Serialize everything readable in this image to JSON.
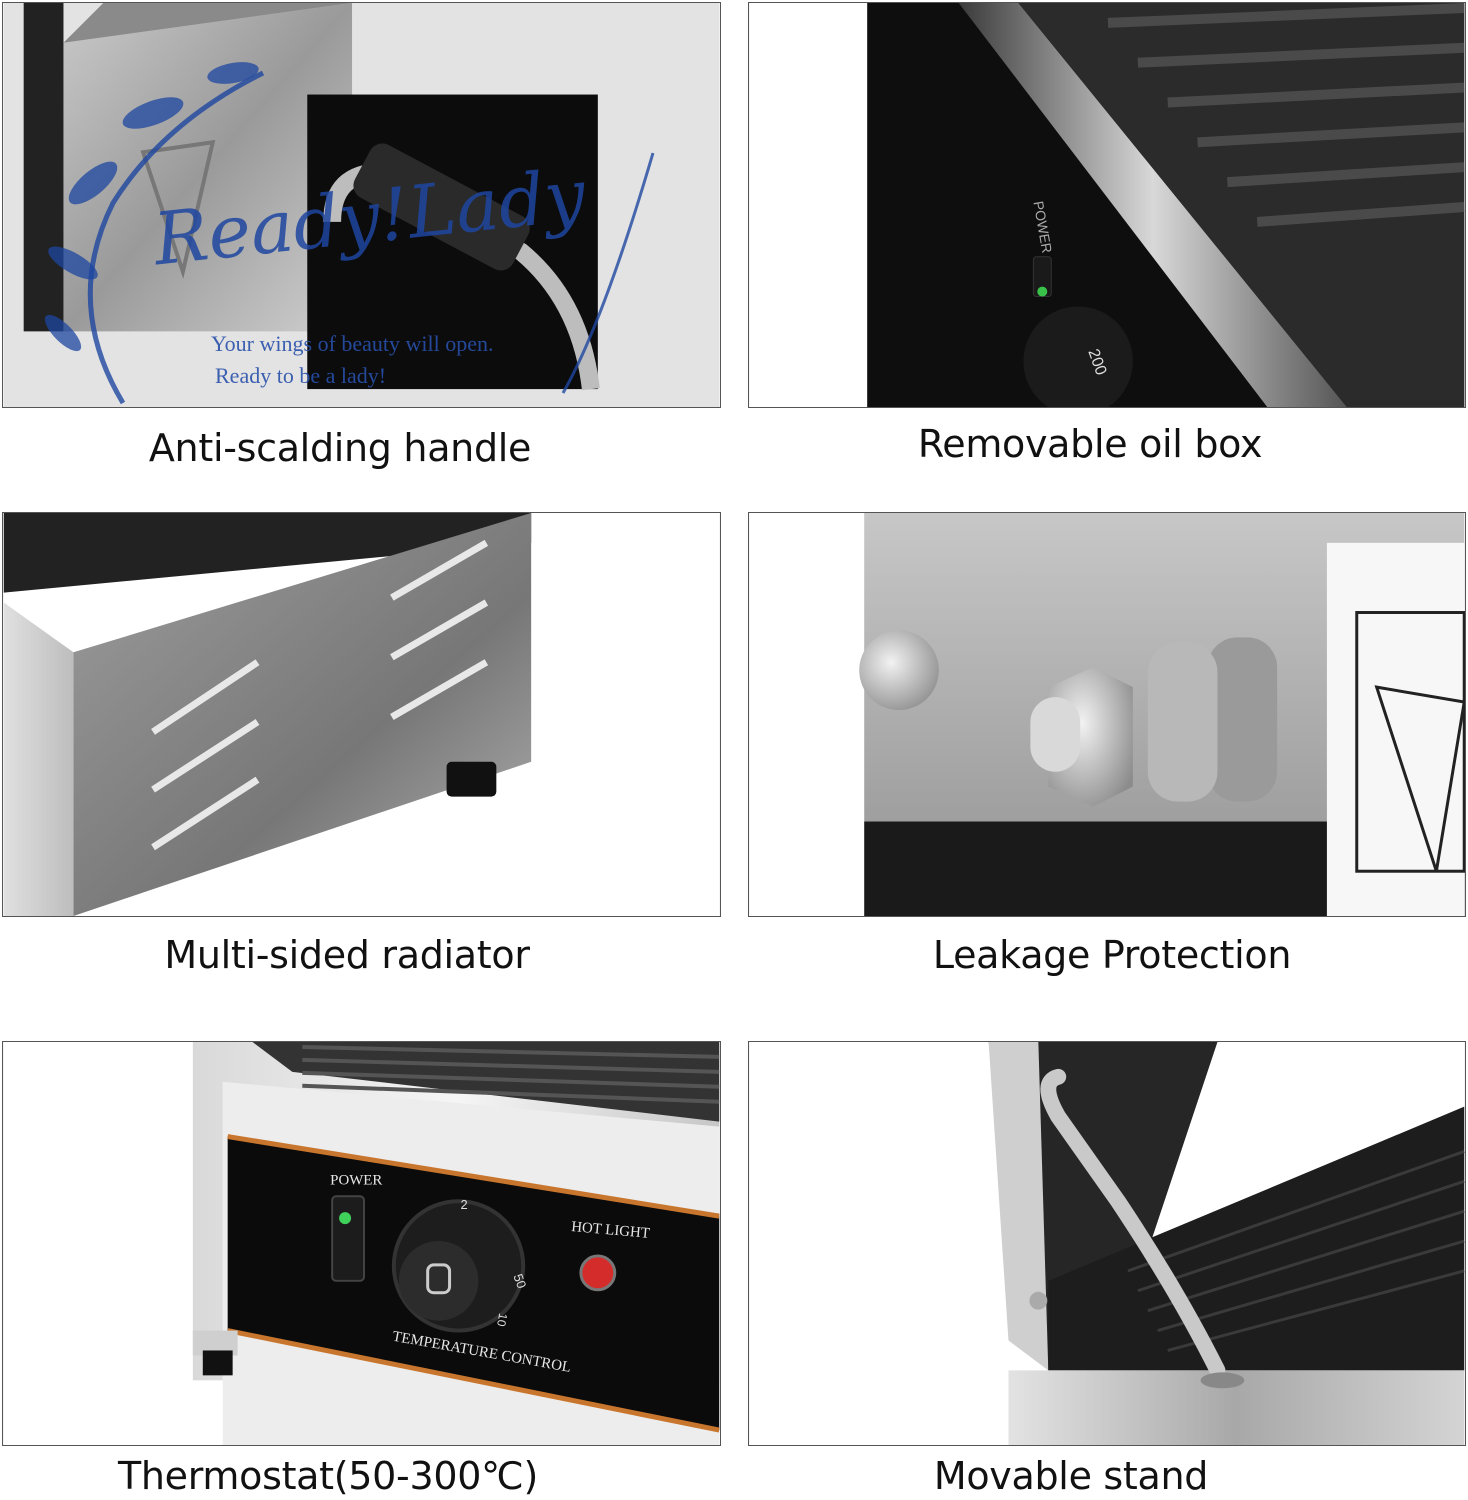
{
  "panels": [
    {
      "caption": "Anti-scalding handle"
    },
    {
      "caption": "Removable oil box"
    },
    {
      "caption": "Multi-sided radiator"
    },
    {
      "caption": "Leakage Protection"
    },
    {
      "caption": "Thermostat(50-300℃)"
    },
    {
      "caption": "Movable stand"
    }
  ],
  "watermark": {
    "brand": "Ready!Lady",
    "line1": "Your wings of beauty will open.",
    "line2": "Ready to be a lady!"
  },
  "labels": {
    "power": "POWER",
    "hot_light": "HOT LIGHT",
    "temperature_control": "TEMPERATURE CONTROL",
    "dial_200": "200",
    "dial_2": "2",
    "dial_50": "50",
    "dial_10": "10"
  }
}
